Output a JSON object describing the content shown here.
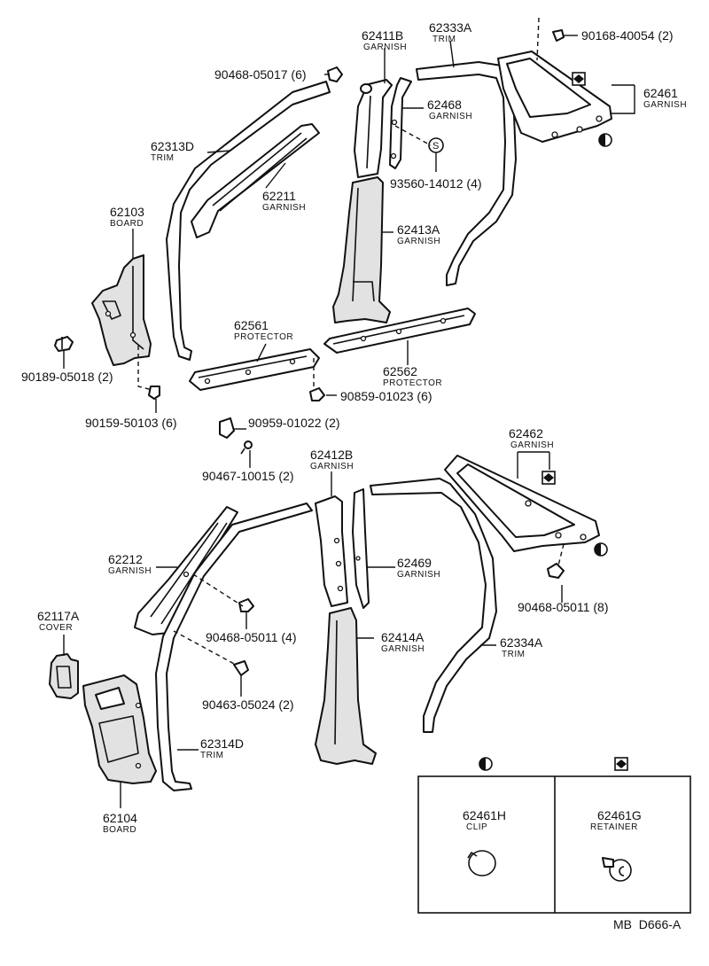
{
  "parts": {
    "p62411B": {
      "num": "62411B",
      "name": "GARNISH"
    },
    "p62333A": {
      "num": "62333A",
      "name": "TRIM"
    },
    "p90168": {
      "num": "90168-40054 (2)"
    },
    "p90468a": {
      "num": "90468-05017 (6)"
    },
    "p62461": {
      "num": "62461",
      "name": "GARNISH"
    },
    "p62468": {
      "num": "62468",
      "name": "GARNISH"
    },
    "p62313D": {
      "num": "62313D",
      "name": "TRIM"
    },
    "p93560": {
      "num": "93560-14012 (4)"
    },
    "p62211": {
      "num": "62211",
      "name": "GARNISH"
    },
    "p62103": {
      "num": "62103",
      "name": "BOARD"
    },
    "p62413A": {
      "num": "62413A",
      "name": "GARNISH"
    },
    "p62561": {
      "num": "62561",
      "name": "PROTECTOR"
    },
    "p90189": {
      "num": "90189-05018 (2)"
    },
    "p62562": {
      "num": "62562",
      "name": "PROTECTOR"
    },
    "p90859": {
      "num": "90859-01023 (6)"
    },
    "p90159": {
      "num": "90159-50103 (6)"
    },
    "p90959": {
      "num": "90959-01022 (2)"
    },
    "p62462": {
      "num": "62462",
      "name": "GARNISH"
    },
    "p90467": {
      "num": "90467-10015 (2)"
    },
    "p62412B": {
      "num": "62412B",
      "name": "GARNISH"
    },
    "p62212": {
      "num": "62212",
      "name": "GARNISH"
    },
    "p62469": {
      "num": "62469",
      "name": "GARNISH"
    },
    "p90468b": {
      "num": "90468-05011 (8)"
    },
    "p62117A": {
      "num": "62117A",
      "name": "COVER"
    },
    "p90468c": {
      "num": "90468-05011 (4)"
    },
    "p62414A": {
      "num": "62414A",
      "name": "GARNISH"
    },
    "p62334A": {
      "num": "62334A",
      "name": "TRIM"
    },
    "p90463": {
      "num": "90463-05024 (2)"
    },
    "p62314D": {
      "num": "62314D",
      "name": "TRIM"
    },
    "p62104": {
      "num": "62104",
      "name": "BOARD"
    }
  },
  "s_symbol": "S",
  "inset": {
    "clip": {
      "num": "62461H",
      "name": "CLIP"
    },
    "retainer": {
      "num": "62461G",
      "name": "RETAINER"
    }
  },
  "code": "MB  D666-A"
}
